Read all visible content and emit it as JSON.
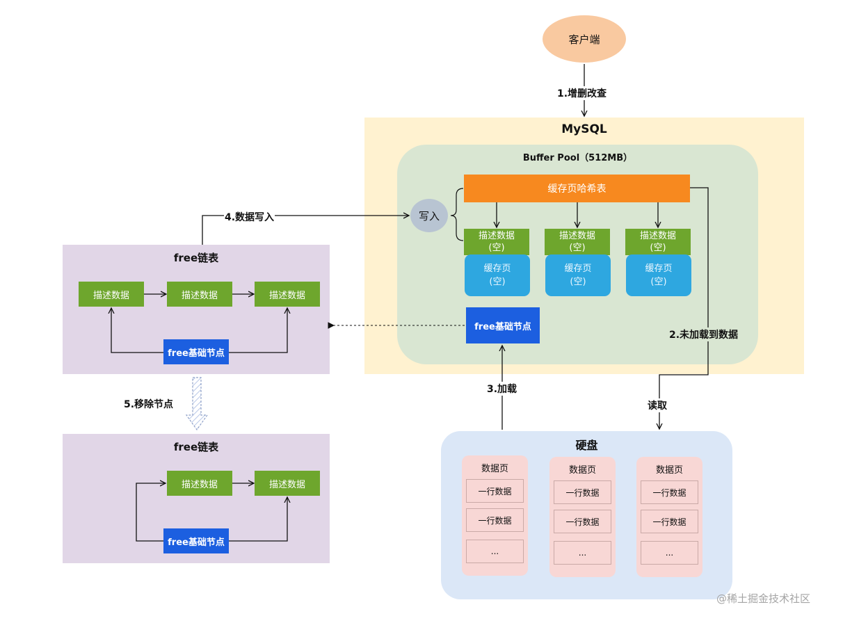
{
  "client": {
    "label": "客户端"
  },
  "edges": {
    "step1": "1.增删改查",
    "step2": "2.未加载到数据",
    "read": "读取",
    "step3": "3.加载",
    "step4": "4.数据写入",
    "step5": "5.移除节点"
  },
  "mysql": {
    "title": "MySQL",
    "buffer_pool": {
      "title": "Buffer Pool（512MB）",
      "hash_table": "缓存页哈希表",
      "write_node": "写入",
      "slots": [
        {
          "desc_line1": "描述数据",
          "desc_line2": "(空)",
          "cache_line1": "缓存页",
          "cache_line2": "(空)"
        },
        {
          "desc_line1": "描述数据",
          "desc_line2": "(空)",
          "cache_line1": "缓存页",
          "cache_line2": "(空)"
        },
        {
          "desc_line1": "描述数据",
          "desc_line2": "(空)",
          "cache_line1": "缓存页",
          "cache_line2": "(空)"
        }
      ],
      "free_base_node": "free基础节点"
    }
  },
  "free_list_before": {
    "title": "free链表",
    "nodes": [
      "描述数据",
      "描述数据",
      "描述数据"
    ],
    "base_node": "free基础节点"
  },
  "free_list_after": {
    "title": "free链表",
    "nodes": [
      "描述数据",
      "描述数据"
    ],
    "base_node": "free基础节点"
  },
  "disk": {
    "title": "硬盘",
    "pages": [
      {
        "title": "数据页",
        "rows": [
          "一行数据",
          "一行数据",
          "..."
        ]
      },
      {
        "title": "数据页",
        "rows": [
          "一行数据",
          "一行数据",
          "..."
        ]
      },
      {
        "title": "数据页",
        "rows": [
          "一行数据",
          "一行数据",
          "..."
        ]
      }
    ]
  },
  "watermark": "@稀土掘金技术社区",
  "colors": {
    "client": "#f9c9a0",
    "mysql_bg": "#fff2d0",
    "buffer_pool_bg": "#d9e6d2",
    "hash_table": "#f7891f",
    "desc_block": "#6ea62d",
    "cache_page": "#2ea7e0",
    "free_base_node": "#1c5fe0",
    "free_list_bg": "#e1d6e7",
    "disk_bg": "#dbe7f7",
    "data_page": "#f8d7d5"
  }
}
